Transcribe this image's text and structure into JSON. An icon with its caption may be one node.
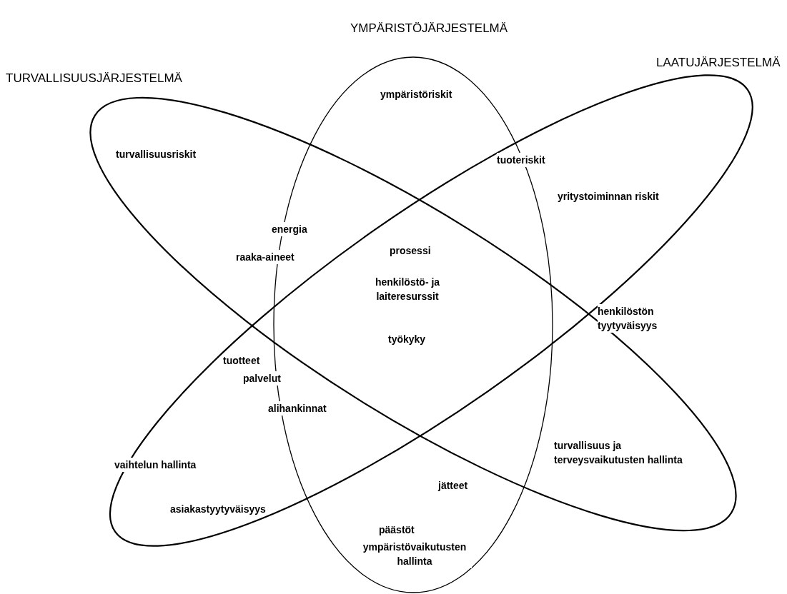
{
  "diagram": {
    "nodes": [
      {
        "text": [
          "YMPÄRISTÖJÄRJESTELMÄ"
        ]
      },
      {
        "text": [
          "TURVALLISUUSJÄRJESTELMÄ"
        ]
      },
      {
        "text": [
          "LAATUJÄRJESTELMÄ"
        ]
      }
    ],
    "labels": [
      "ympäristöriskit",
      "turvallisuusriskit",
      "tuoteriskit",
      "yritystoiminnan riskit",
      "energia",
      "raaka-aineet",
      "prosessi",
      "henkilöstö- ja laiteresurssit",
      "henkilöstön tyytyväisyys",
      "työkyky",
      "tuotteet",
      "palvelut",
      "alihankinnat",
      "turvallisuus ja terveysvaikutusten hallinta",
      "vaihtelun hallinta",
      "jätteet",
      "asiakastyytyväisyys",
      "päästöt",
      "ympäristövaikutusten hallinta"
    ]
  }
}
